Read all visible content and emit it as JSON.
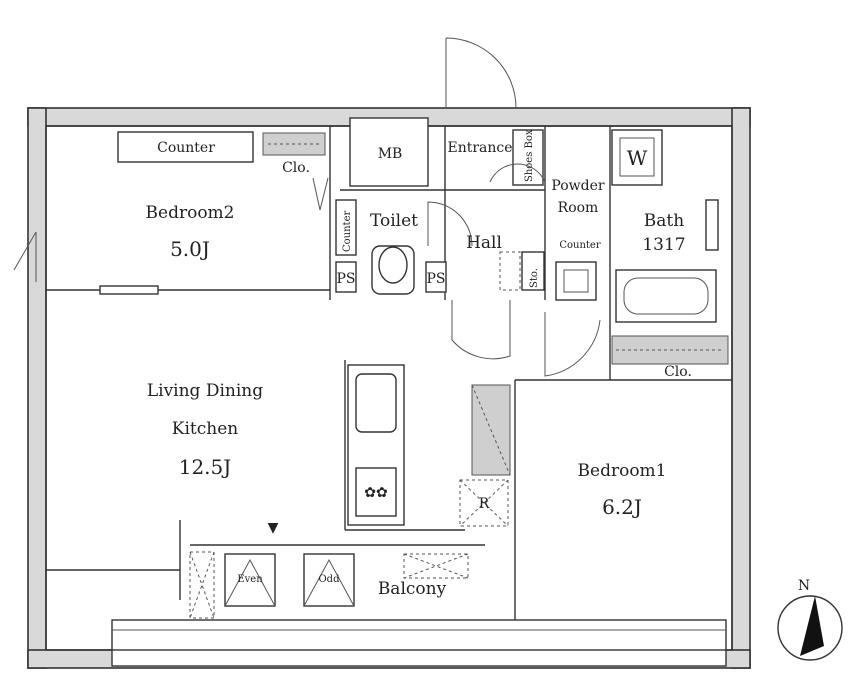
{
  "rooms": {
    "bedroom2": {
      "name": "Bedroom2",
      "area": "5.0J"
    },
    "living": {
      "line1": "Living Dining",
      "line2": "Kitchen",
      "area": "12.5J"
    },
    "bedroom1": {
      "name": "Bedroom1",
      "area": "6.2J"
    },
    "toilet": "Toilet",
    "hall": "Hall",
    "entrance": "Entrance",
    "powder": {
      "line1": "Powder",
      "line2": "Room"
    },
    "bath": {
      "name": "Bath",
      "size": "1317"
    },
    "balcony": "Balcony"
  },
  "fixtures": {
    "counter_bed2": "Counter",
    "clo_bed2": "Clo.",
    "mb": "MB",
    "shoes_box": "Shoes Box",
    "counter_toilet": "Counter",
    "ps_left": "PS",
    "ps_right": "PS",
    "sto": "Sto.",
    "counter_powder": "Counter",
    "washer": "W",
    "clo_bed1": "Clo.",
    "refrigerator": "R",
    "even": "Even",
    "odd": "Odd"
  },
  "compass": {
    "north": "N"
  }
}
